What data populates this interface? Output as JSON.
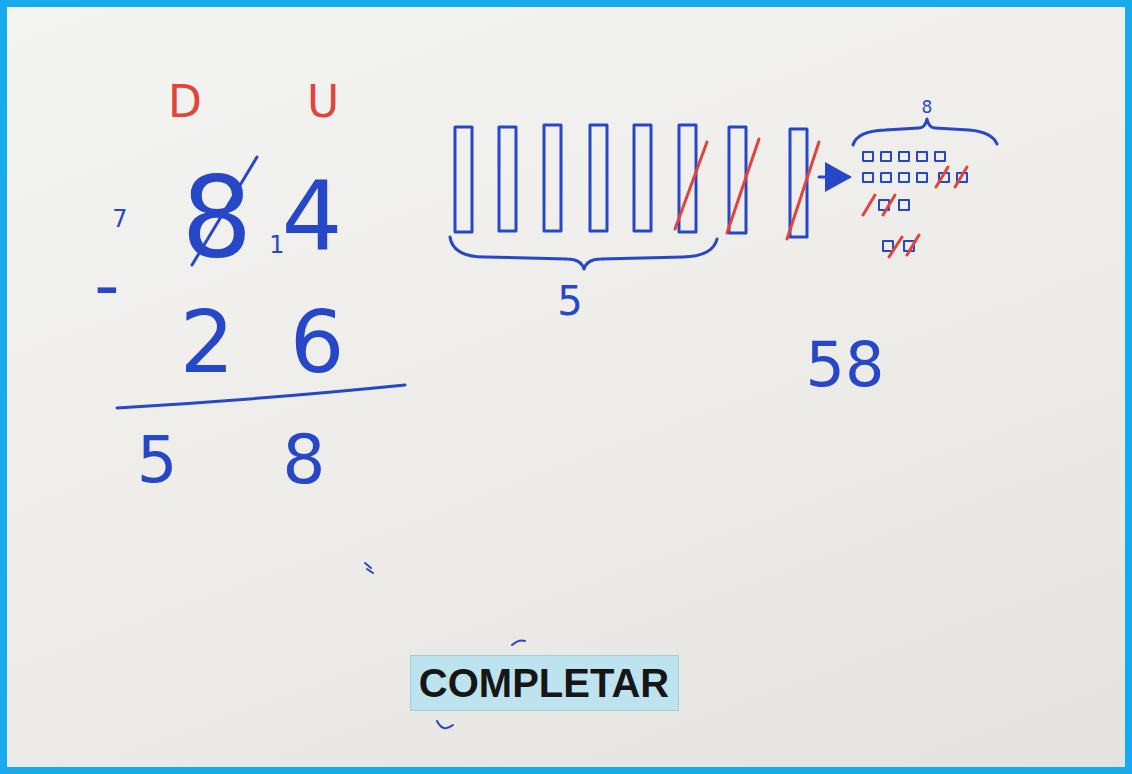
{
  "diagram": {
    "nodes": [
      {
        "text": [
          "COMPLETAR"
        ]
      }
    ],
    "labels": [
      "D",
      "U",
      "7",
      "8",
      "1",
      "4",
      "-",
      "2",
      "6",
      "5",
      "8",
      "5",
      "8",
      "58"
    ]
  }
}
